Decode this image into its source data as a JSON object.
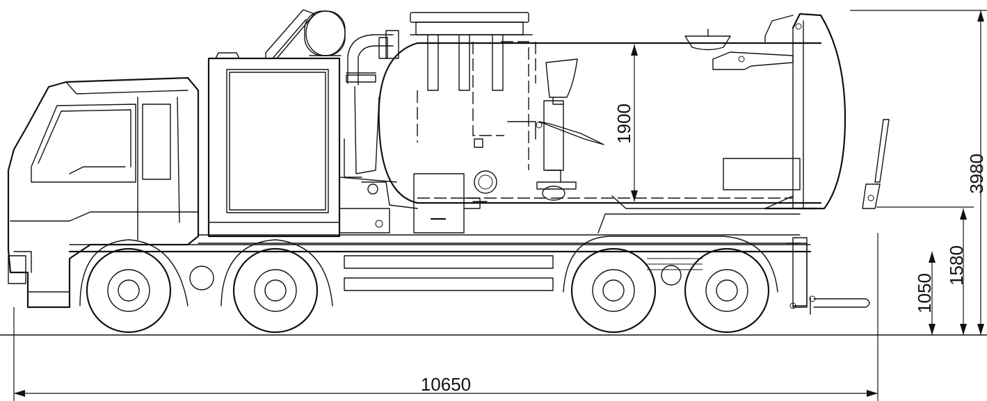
{
  "dimensions": {
    "overall_length": "10650",
    "overall_height": "3980",
    "tank_diameter": "1900",
    "frame_height": "1580",
    "axle_height": "1050"
  },
  "colors": {
    "line": "#111111",
    "background": "#ffffff"
  }
}
